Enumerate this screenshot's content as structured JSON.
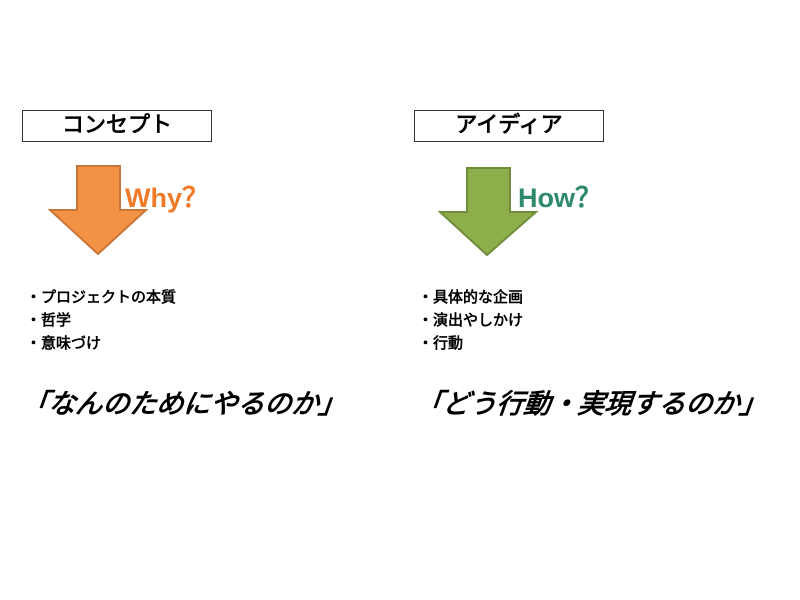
{
  "left": {
    "title": "コンセプト",
    "question": "Why？",
    "bullets": [
      "・プロジェクトの本質",
      "・哲学",
      "・意味づけ"
    ],
    "slogan": "「なんのためにやるのか」",
    "arrow_color": "#F39244",
    "question_color": "#F07A28"
  },
  "right": {
    "title": "アイディア",
    "question": "How？",
    "bullets": [
      "・具体的な企画",
      "・演出やしかけ",
      "・行動"
    ],
    "slogan": "「どう行動・実現するのか」",
    "arrow_color": "#8DAE4A",
    "question_color": "#2E8A6A"
  }
}
